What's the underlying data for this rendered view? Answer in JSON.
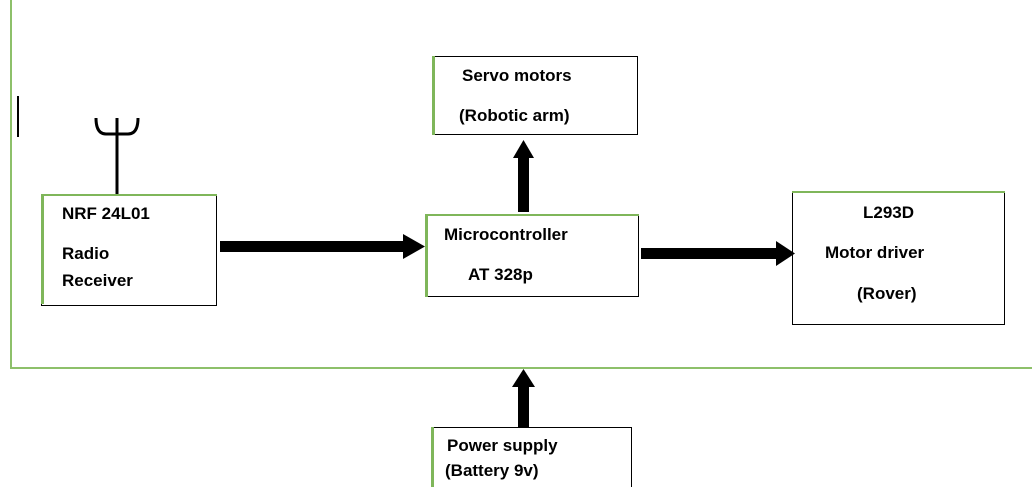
{
  "blocks": {
    "receiver": {
      "line1": "NRF 24L01",
      "line2": "Radio",
      "line3": "Receiver"
    },
    "servo": {
      "line1": "Servo motors",
      "line2": "(Robotic arm)"
    },
    "mcu": {
      "line1": "Microcontroller",
      "line2": "AT 328p"
    },
    "driver": {
      "line1": "L293D",
      "line2": "Motor driver",
      "line3": "(Rover)"
    },
    "power": {
      "line1": "Power supply",
      "line2": "(Battery 9v)"
    }
  },
  "colors": {
    "frame": "#8dc06a",
    "box_border": "#000000",
    "box_accent": "#7fb65a",
    "arrow": "#000000"
  }
}
